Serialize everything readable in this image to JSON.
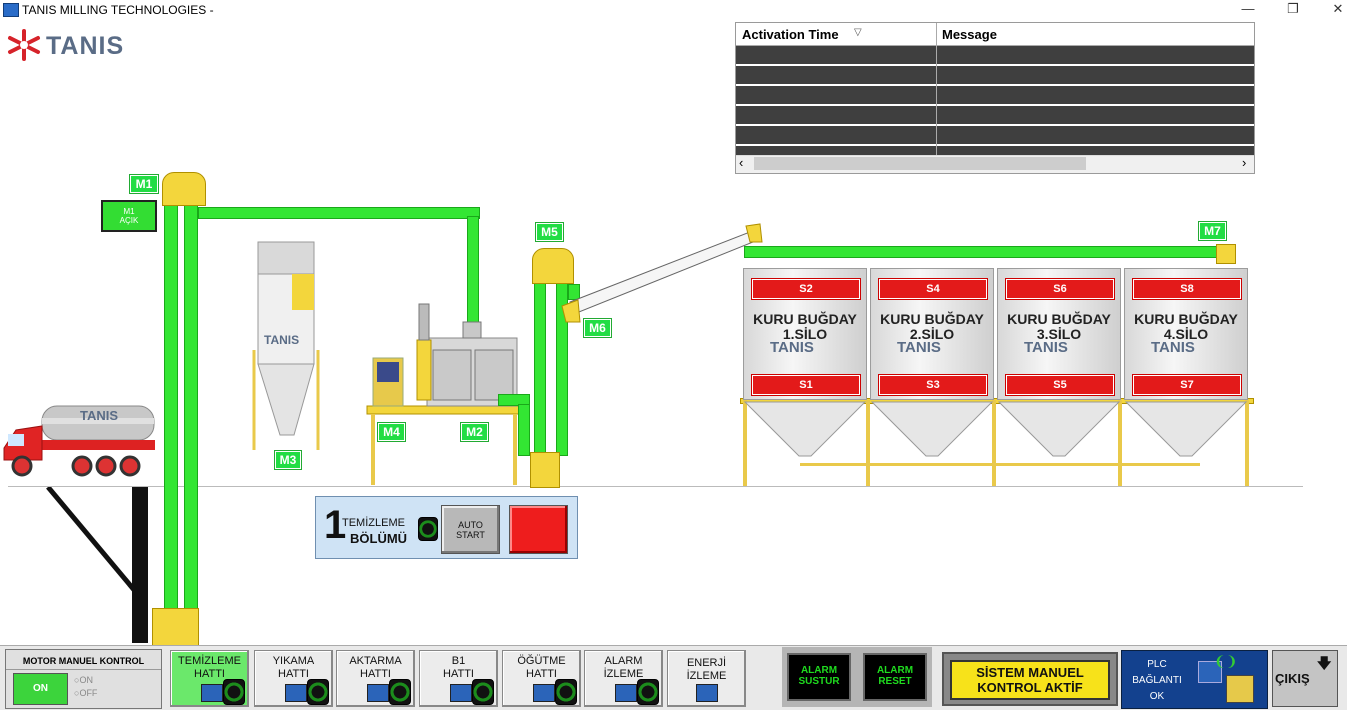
{
  "window": {
    "title": "TANIS MILLING TECHNOLOGIES -",
    "minimize_icon": "minimize-icon",
    "restore_icon": "restore-icon",
    "close_icon": "close-icon"
  },
  "logo": {
    "text": "TANIS"
  },
  "alarm_table": {
    "columns": [
      "Activation Time",
      "Message"
    ],
    "rows": [
      [
        "",
        ""
      ],
      [
        "",
        ""
      ],
      [
        "",
        ""
      ],
      [
        "",
        ""
      ],
      [
        "",
        ""
      ],
      [
        "",
        ""
      ]
    ],
    "scroll_left": "‹",
    "scroll_right": "›"
  },
  "process": {
    "motor_labels": {
      "m1": "M1",
      "m2": "M2",
      "m3": "M3",
      "m4": "M4",
      "m5": "M5",
      "m6": "M6",
      "m7": "M7"
    },
    "m1_button": {
      "line1": "M1",
      "line2": "AÇIK"
    },
    "truck_brand": "TANIS",
    "tank_brand": "TANIS"
  },
  "silos": [
    {
      "top_tag": "S2",
      "bottom_tag": "S1",
      "name": "KURU BUĞDAY",
      "number": "1.SİLO",
      "brand": "TANIS"
    },
    {
      "top_tag": "S4",
      "bottom_tag": "S3",
      "name": "KURU BUĞDAY",
      "number": "2.SİLO",
      "brand": "TANIS"
    },
    {
      "top_tag": "S6",
      "bottom_tag": "S5",
      "name": "KURU BUĞDAY",
      "number": "3.SİLO",
      "brand": "TANIS"
    },
    {
      "top_tag": "S8",
      "bottom_tag": "S7",
      "name": "KURU BUĞDAY",
      "number": "4.SİLO",
      "brand": "TANIS"
    }
  ],
  "control_panel": {
    "number": "1",
    "line1": "TEMİZLEME",
    "line2": "BÖLÜMÜ",
    "auto_start": "AUTO START"
  },
  "bottom_bar": {
    "motor_manual": {
      "title": "MOTOR MANUEL KONTROL",
      "on_button": "ON",
      "radio_on": "ON",
      "radio_off": "OFF"
    },
    "nav": [
      {
        "line1": "TEMİZLEME",
        "line2": "HATTI"
      },
      {
        "line1": "YIKAMA",
        "line2": "HATTI"
      },
      {
        "line1": "AKTARMA",
        "line2": "HATTI"
      },
      {
        "line1": "B1",
        "line2": "HATTI"
      },
      {
        "line1": "ÖĞÜTME",
        "line2": "HATTI"
      },
      {
        "line1": "ALARM",
        "line2": "İZLEME"
      },
      {
        "line1": "ENERJİ",
        "line2": "İZLEME"
      }
    ],
    "alarm_sustur": {
      "line1": "ALARM",
      "line2": "SUSTUR"
    },
    "alarm_reset": {
      "line1": "ALARM",
      "line2": "RESET"
    },
    "sistem": {
      "line1": "SİSTEM MANUEL",
      "line2": "KONTROL AKTİF"
    },
    "plc": {
      "line1": "PLC",
      "line2": "BAĞLANTI",
      "line3": "OK"
    },
    "cikis": "ÇIKIŞ"
  },
  "colors": {
    "green": "#33e633",
    "red": "#e31a1a",
    "yellow": "#f3d63c"
  }
}
